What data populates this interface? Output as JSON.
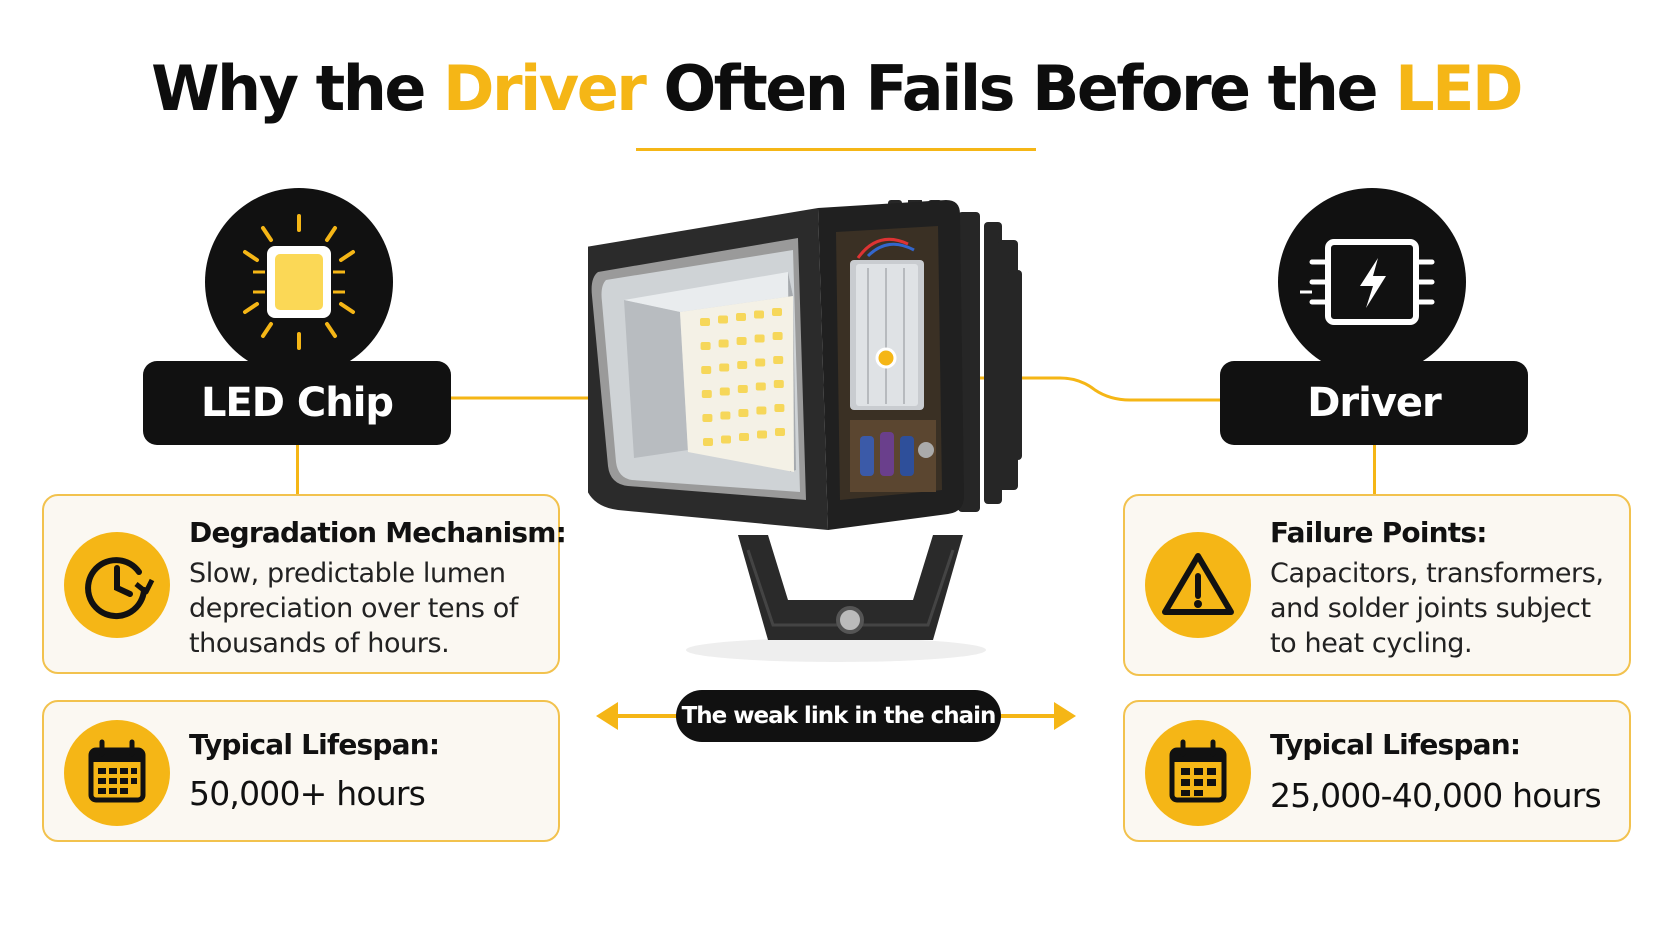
{
  "title": {
    "part1": "Why the ",
    "highlight1": "Driver",
    "part2": " Often Fails Before the ",
    "highlight2": "LED"
  },
  "colors": {
    "accent": "#f5b616",
    "dark": "#111111",
    "card_bg": "#fbf8f2",
    "card_border": "#f2c24e"
  },
  "left": {
    "icon": "led-chip-icon",
    "label": "LED Chip",
    "mechanism": {
      "icon": "clock-icon",
      "heading": "Degradation Mechanism:",
      "line1": "Slow, predictable lumen",
      "line2": "depreciation over tens of",
      "line3": "thousands of hours."
    },
    "lifespan": {
      "icon": "calendar-icon",
      "heading": "Typical Lifespan:",
      "value": "50,000+ hours"
    }
  },
  "right": {
    "icon": "driver-chip-icon",
    "label": "Driver",
    "failure": {
      "icon": "warning-icon",
      "heading": "Failure Points:",
      "line1": "Capacitors, transformers,",
      "line2": "and solder joints subject",
      "line3": "to heat cycling."
    },
    "lifespan": {
      "icon": "calendar-icon",
      "heading": "Typical Lifespan:",
      "value": "25,000-40,000 hours"
    }
  },
  "center": {
    "image": "floodlight-illustration",
    "caption": "The weak link in the chain"
  }
}
